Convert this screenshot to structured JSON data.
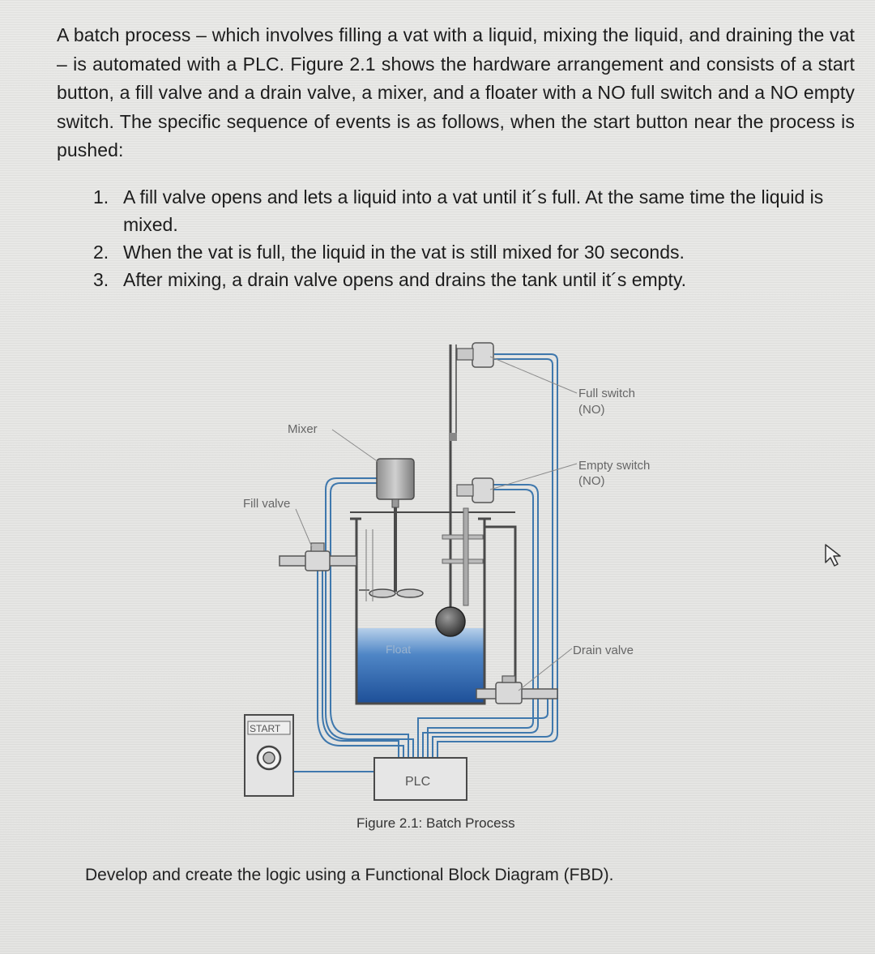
{
  "intro": "A batch process – which involves filling a vat with a liquid, mixing the liquid, and draining the vat – is automated with a PLC. Figure 2.1 shows the hardware arrangement and consists of a start button, a fill valve and a drain valve, a mixer, and a floater with a NO full switch and a NO empty switch. The specific sequence of events is as follows, when the start button near the process is pushed:",
  "steps": [
    {
      "num": "1.",
      "text": "A fill valve opens and lets a liquid into a vat until it´s full. At the same time the liquid is mixed."
    },
    {
      "num": "2.",
      "text": "When the vat is full, the liquid in the vat is still mixed for 30 seconds."
    },
    {
      "num": "3.",
      "text": "After mixing, a drain valve opens and drains the tank until it´s empty."
    }
  ],
  "figure": {
    "labels": {
      "full_switch_1": "Full switch",
      "full_switch_2": "(NO)",
      "empty_switch_1": "Empty switch",
      "empty_switch_2": "(NO)",
      "mixer": "Mixer",
      "fill_valve": "Fill valve",
      "float": "Float",
      "drain_valve": "Drain valve",
      "start": "START",
      "plc": "PLC"
    },
    "caption": "Figure 2.1: Batch Process"
  },
  "question": "Develop and create the logic using a Functional Block Diagram (FBD).",
  "colors": {
    "liquid_top": "#a9c6e6",
    "liquid_bottom": "#1f5aa6",
    "wire": "#3f78ad",
    "outline": "#4a4a4a"
  }
}
